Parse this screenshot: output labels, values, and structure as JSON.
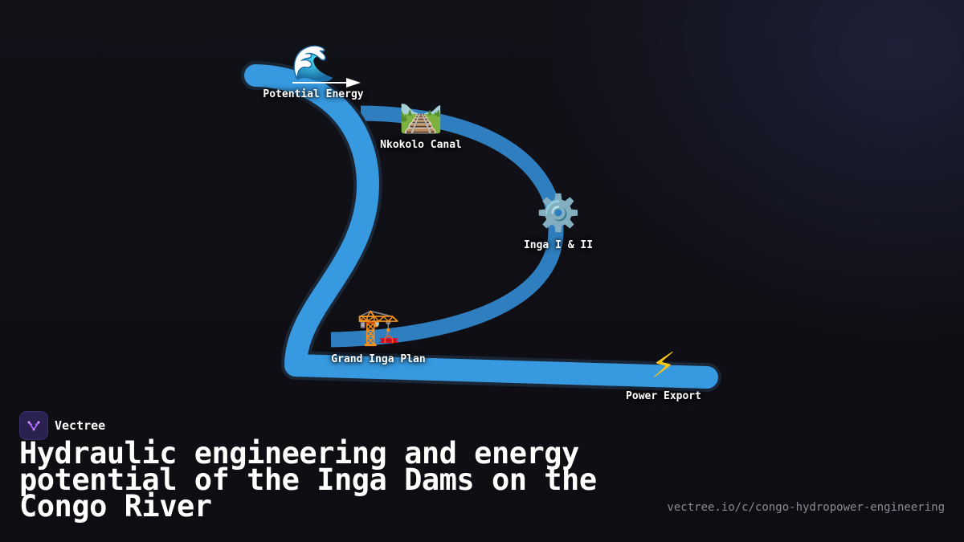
{
  "diagram": {
    "nodes": [
      {
        "id": "potential",
        "label": "Potential Energy",
        "icon": "wave-icon",
        "glyph": "🌊"
      },
      {
        "id": "canal",
        "label": "Nkokolo Canal",
        "icon": "railway-track-icon",
        "glyph": "🛤️"
      },
      {
        "id": "inga",
        "label": "Inga I & II",
        "icon": "gear-icon",
        "glyph": "⚙️"
      },
      {
        "id": "grand",
        "label": "Grand Inga Plan",
        "icon": "construction-crane-icon",
        "glyph": "🏗️"
      },
      {
        "id": "export",
        "label": "Power Export",
        "icon": "lightning-icon",
        "glyph": "⚡"
      }
    ],
    "colors": {
      "main_flow": "#3799e0",
      "branch_flow": "#2f7fc0",
      "flow_shadow": "#1a2535",
      "arrow": "#ffffff"
    }
  },
  "brand": {
    "name": "Vectree",
    "logo_icon": "vectree-logo-icon",
    "logo_color": "#b06cff"
  },
  "title": "Hydraulic engineering and energy potential of the Inga Dams on the Congo River",
  "url": "vectree.io/c/congo-hydropower-engineering"
}
